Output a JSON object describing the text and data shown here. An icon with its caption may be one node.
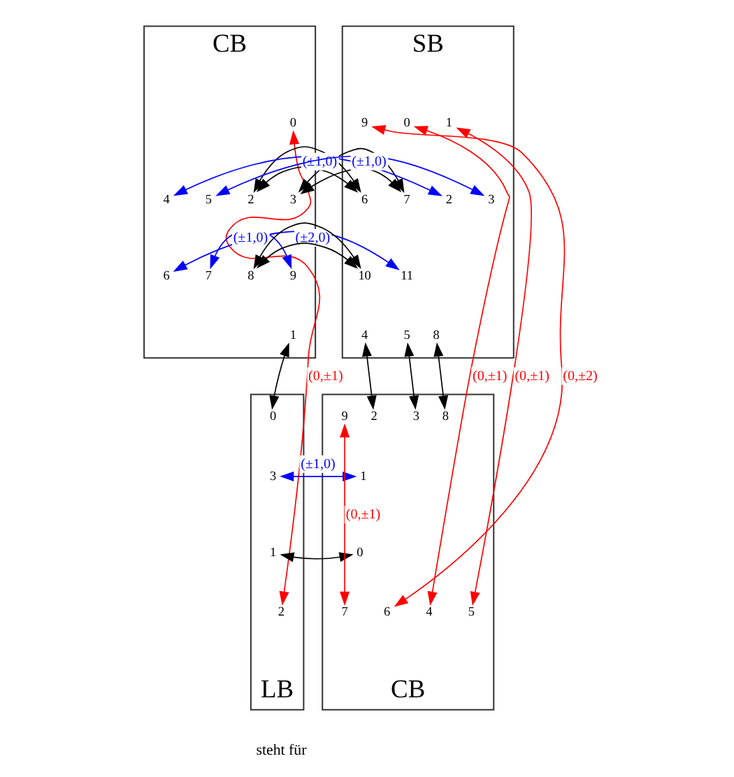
{
  "diagram": {
    "nodes": [
      {
        "text": [
          "CB"
        ]
      },
      {
        "text": [
          "0"
        ],
        "in": 0
      },
      {
        "text": [
          "1"
        ],
        "in": 0
      },
      {
        "text": [
          "2"
        ],
        "in": 0
      },
      {
        "text": [
          "3"
        ],
        "in": 0
      },
      {
        "text": [
          "4"
        ],
        "in": 0
      },
      {
        "text": [
          "5"
        ],
        "in": 0
      },
      {
        "text": [
          "6"
        ],
        "in": 0
      },
      {
        "text": [
          "7"
        ],
        "in": 0
      },
      {
        "text": [
          "8"
        ],
        "in": 0
      },
      {
        "text": [
          "9"
        ],
        "in": 0
      },
      {
        "text": [
          "SB"
        ]
      },
      {
        "text": [
          "0"
        ],
        "in": 11
      },
      {
        "text": [
          "1"
        ],
        "in": 11
      },
      {
        "text": [
          "2"
        ],
        "in": 11
      },
      {
        "text": [
          "3"
        ],
        "in": 11
      },
      {
        "text": [
          "4"
        ],
        "in": 11
      },
      {
        "text": [
          "5"
        ],
        "in": 11
      },
      {
        "text": [
          "6"
        ],
        "in": 11
      },
      {
        "text": [
          "7"
        ],
        "in": 11
      },
      {
        "text": [
          "8"
        ],
        "in": 11
      },
      {
        "text": [
          "9"
        ],
        "in": 11
      },
      {
        "text": [
          "10"
        ],
        "in": 11
      },
      {
        "text": [
          "11"
        ],
        "in": 11
      },
      {
        "text": [
          "LB"
        ]
      },
      {
        "text": [
          "0"
        ],
        "in": 24
      },
      {
        "text": [
          "1"
        ],
        "in": 24
      },
      {
        "text": [
          "2"
        ],
        "in": 24
      },
      {
        "text": [
          "3"
        ],
        "in": 24
      },
      {
        "text": [
          "CB"
        ]
      },
      {
        "text": [
          "0"
        ],
        "in": 29
      },
      {
        "text": [
          "1"
        ],
        "in": 29
      },
      {
        "text": [
          "2"
        ],
        "in": 29
      },
      {
        "text": [
          "3"
        ],
        "in": 29
      },
      {
        "text": [
          "4"
        ],
        "in": 29
      },
      {
        "text": [
          "5"
        ],
        "in": 29
      },
      {
        "text": [
          "6"
        ],
        "in": 29
      },
      {
        "text": [
          "7"
        ],
        "in": 29
      },
      {
        "text": [
          "8"
        ],
        "in": 29
      },
      {
        "text": [
          "9"
        ],
        "in": 29
      }
    ],
    "edges": [
      {
        "from": 6,
        "to": 15,
        "arrow": "both",
        "label": "(±1,0)",
        "color": "#0000ff"
      },
      {
        "from": 5,
        "to": 14,
        "arrow": "both",
        "label": "(±1,0)",
        "color": "#0000ff"
      },
      {
        "from": 8,
        "to": 10,
        "arrow": "both",
        "label": "(±1,0)",
        "color": "#0000ff"
      },
      {
        "from": 7,
        "to": 23,
        "arrow": "both",
        "label": "(±2,0)",
        "color": "#0000ff"
      },
      {
        "from": 28,
        "to": 31,
        "arrow": "both",
        "label": "(±1,0)",
        "color": "#0000ff"
      },
      {
        "from": 1,
        "to": 27,
        "arrow": "both",
        "label": "(0,±1)",
        "color": "#ff0000"
      },
      {
        "from": 21,
        "to": 36,
        "arrow": "both",
        "label": "(0,±2)",
        "color": "#ff0000"
      },
      {
        "from": 39,
        "to": 37,
        "arrow": "both",
        "label": "(0,±1)",
        "color": "#ff0000"
      },
      {
        "from": 13,
        "to": 35,
        "arrow": "both",
        "label": "(0,±1)",
        "color": "#ff0000"
      },
      {
        "from": 12,
        "to": 34,
        "arrow": "both",
        "label": "(0,±1)",
        "color": "#ff0000"
      },
      {
        "from": 3,
        "to": 18,
        "arrow": "both"
      },
      {
        "from": 4,
        "to": 19,
        "arrow": "both"
      },
      {
        "from": 9,
        "to": 22,
        "arrow": "both"
      },
      {
        "from": 2,
        "to": 25,
        "arrow": "both"
      },
      {
        "from": 20,
        "to": 38,
        "arrow": "both"
      },
      {
        "from": 16,
        "to": 32,
        "arrow": "both"
      },
      {
        "from": 17,
        "to": 33,
        "arrow": "both"
      },
      {
        "from": 26,
        "to": 30,
        "arrow": "both"
      }
    ],
    "labels": [
      "steht für"
    ]
  }
}
